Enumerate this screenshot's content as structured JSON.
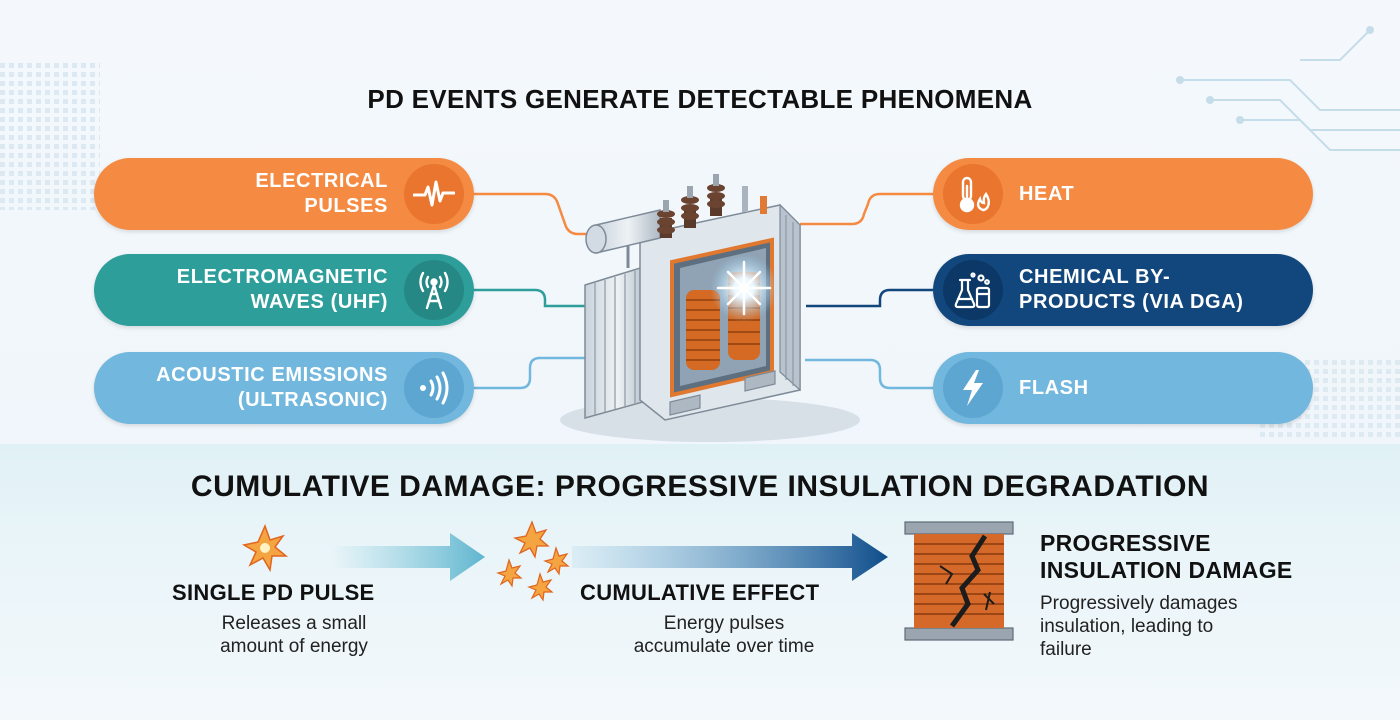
{
  "top_title": "PD EVENTS GENERATE DETECTABLE PHENOMENA",
  "left_pills": [
    {
      "line1": "ELECTRICAL",
      "line2": "PULSES",
      "icon": "pulse-icon",
      "color": "#f58a42"
    },
    {
      "line1": "ELECTROMAGNETIC",
      "line2": "WAVES (UHF)",
      "icon": "antenna-icon",
      "color": "#2e9e9b"
    },
    {
      "line1": "ACOUSTIC EMISSIONS",
      "line2": "(ULTRASONIC)",
      "icon": "sound-waves-icon",
      "color": "#72b7dd"
    }
  ],
  "right_pills": [
    {
      "line1": "HEAT",
      "line2": "",
      "icon": "thermometer-icon",
      "color": "#f58a42"
    },
    {
      "line1": "CHEMICAL BY-",
      "line2": "PRODUCTS (VIA DGA)",
      "icon": "chemistry-flask-icon",
      "color": "#12477d"
    },
    {
      "line1": "FLASH",
      "line2": "",
      "icon": "lightning-icon",
      "color": "#72b7dd"
    }
  ],
  "bottom_title": "CUMULATIVE DAMAGE: PROGRESSIVE INSULATION DEGRADATION",
  "steps": [
    {
      "title": "SINGLE PD PULSE",
      "desc_line1": "Releases a small",
      "desc_line2": "amount of energy",
      "desc_line3": "",
      "icon": "spark-icon"
    },
    {
      "title": "CUMULATIVE EFFECT",
      "desc_line1": "Energy pulses",
      "desc_line2": "accumulate over time",
      "desc_line3": "",
      "icon": "multiple-sparks-icon"
    },
    {
      "title_line1": "PROGRESSIVE",
      "title_line2": "INSULATION DAMAGE",
      "desc_line1": "Progressively damages",
      "desc_line2": "insulation, leading to",
      "desc_line3": "failure",
      "icon": "damaged-coil-icon"
    }
  ]
}
